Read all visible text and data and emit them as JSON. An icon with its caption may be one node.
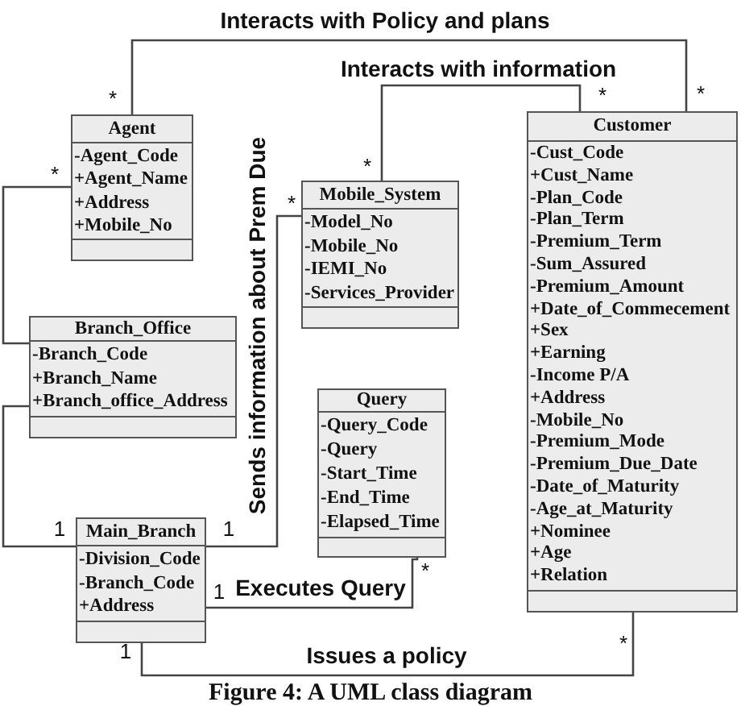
{
  "diagram": {
    "caption": "Figure 4: A UML class diagram",
    "nodes": [
      {
        "text": [
          "Agent",
          "-Agent_Code",
          "+Agent_Name",
          "+Address",
          "+Mobile_No"
        ]
      },
      {
        "text": [
          "Mobile_System",
          "-Model_No",
          "-Mobile_No",
          "-IEMI_No",
          "-Services_Provider"
        ]
      },
      {
        "text": [
          "Customer",
          "-Cust_Code",
          "+Cust_Name",
          "-Plan_Code",
          "-Plan_Term",
          "-Premium_Term",
          "-Sum_Assured",
          "-Premium_Amount",
          "+Date_of_Commecement",
          "+Sex",
          "+Earning",
          "-Income P/A",
          "+Address",
          "-Mobile_No",
          "-Premium_Mode",
          "-Premium_Due_Date",
          "-Date_of_Maturity",
          "-Age_at_Maturity",
          "+Nominee",
          "+Age",
          "+Relation"
        ]
      },
      {
        "text": [
          "Branch_Office",
          "-Branch_Code",
          "+Branch_Name",
          "+Branch_office_Address"
        ]
      },
      {
        "text": [
          "Query",
          "-Query_Code",
          "-Query",
          "-Start_Time",
          "-End_Time",
          "-Elapsed_Time"
        ]
      },
      {
        "text": [
          "Main_Branch",
          "-Division_Code",
          "-Branch_Code",
          "+Address"
        ]
      }
    ],
    "edges": [
      {
        "from": 0,
        "to": 2,
        "arrow": "none",
        "label": "Interacts with Policy and plans"
      },
      {
        "from": 1,
        "to": 2,
        "arrow": "none",
        "label": "Interacts with information"
      },
      {
        "from": 0,
        "to": 3,
        "arrow": "none"
      },
      {
        "from": 3,
        "to": 5,
        "arrow": "none"
      },
      {
        "from": 5,
        "to": 1,
        "arrow": "none",
        "label": "Sends information about Prem Due"
      },
      {
        "from": 5,
        "to": 4,
        "arrow": "none",
        "label": "Executes Query"
      },
      {
        "from": 5,
        "to": 2,
        "arrow": "none",
        "label": "Issues a policy"
      }
    ],
    "labels": [
      "*",
      "*",
      "*",
      "*",
      "*",
      "*",
      "1",
      "1",
      "*",
      "1",
      "1",
      "*"
    ]
  }
}
